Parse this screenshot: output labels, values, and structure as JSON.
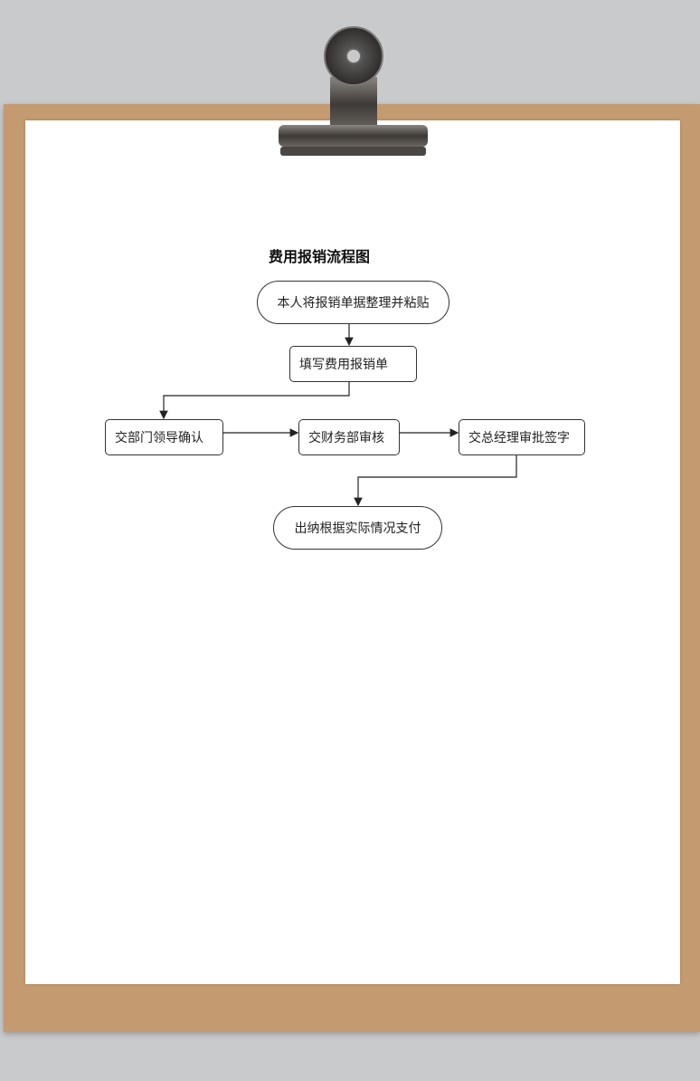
{
  "diagram": {
    "title": "费用报销流程图",
    "nodes": [
      {
        "id": "start",
        "label": "本人将报销单据整理并粘贴",
        "shape": "terminal"
      },
      {
        "id": "fill",
        "label": "填写费用报销单",
        "shape": "process"
      },
      {
        "id": "dept",
        "label": "交部门领导确认",
        "shape": "process"
      },
      {
        "id": "finance",
        "label": "交财务部审核",
        "shape": "process"
      },
      {
        "id": "gm",
        "label": "交总经理审批签字",
        "shape": "process"
      },
      {
        "id": "pay",
        "label": "出纳根据实际情况支付",
        "shape": "terminal"
      }
    ],
    "edges": [
      {
        "from": "start",
        "to": "fill"
      },
      {
        "from": "fill",
        "to": "dept"
      },
      {
        "from": "dept",
        "to": "finance"
      },
      {
        "from": "finance",
        "to": "gm"
      },
      {
        "from": "gm",
        "to": "pay"
      }
    ]
  },
  "colors": {
    "board": "#c49a70",
    "paper": "#ffffff",
    "background": "#c9cacc",
    "line": "#222222"
  }
}
